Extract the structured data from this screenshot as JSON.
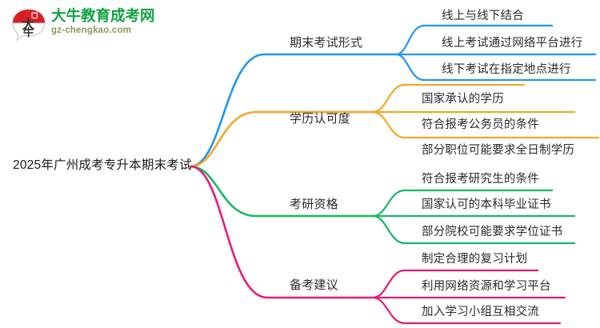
{
  "logo": {
    "mark_text": "大牛",
    "title": "大牛教育成考网",
    "subtitle": "gz-chengkao.com",
    "mark_color": "#d81f26",
    "title_color": "#12a342",
    "subtitle_color": "#8a9a57"
  },
  "mindmap": {
    "root": {
      "label": "2025年广州成考专升本期末考试"
    },
    "branches": [
      {
        "label": "期末考试形式",
        "color": "#2196F3",
        "leaves": [
          {
            "label": "线上与线下结合"
          },
          {
            "label": "线上考试通过网络平台进行"
          },
          {
            "label": "线下考试在指定地点进行"
          }
        ]
      },
      {
        "label": "学历认可度",
        "color": "#F5A623",
        "leaves": [
          {
            "label": "国家承认的学历"
          },
          {
            "label": "符合报考公务员的条件"
          },
          {
            "label": "部分职位可能要求全日制学历"
          }
        ]
      },
      {
        "label": "考研资格",
        "color": "#14B866",
        "leaves": [
          {
            "label": "符合报考研究生的条件"
          },
          {
            "label": "国家认可的本科毕业证书"
          },
          {
            "label": "部分院校可能要求学位证书"
          }
        ]
      },
      {
        "label": "备考建议",
        "color": "#E9197B",
        "leaves": [
          {
            "label": "制定合理的复习计划"
          },
          {
            "label": "利用网络资源和学习平台"
          },
          {
            "label": "加入学习小组互相交流"
          }
        ]
      }
    ]
  }
}
